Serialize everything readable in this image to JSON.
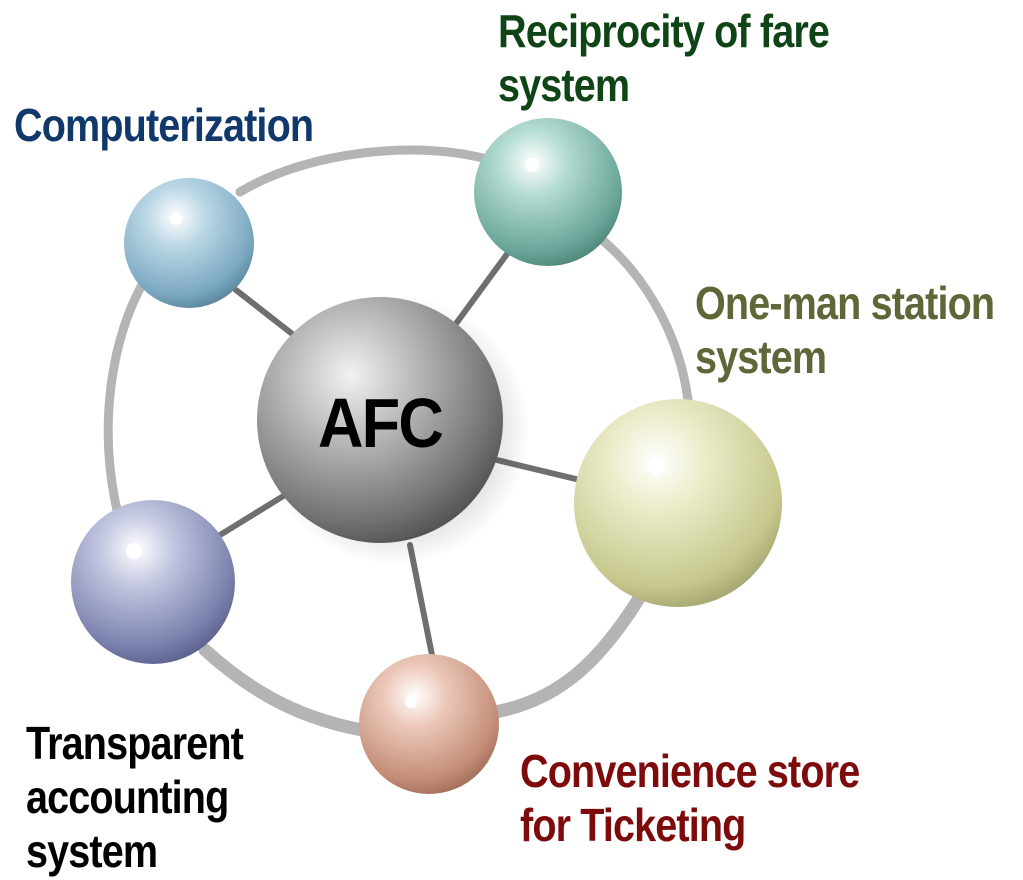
{
  "diagram": {
    "center": {
      "label": "AFC",
      "color": "#8e8e8e"
    },
    "nodes": [
      {
        "id": "computerization",
        "lines": [
          "Computerization"
        ],
        "label_color": "#10386b",
        "sphere_color": "#7fb3cc"
      },
      {
        "id": "reciprocity",
        "lines": [
          "Reciprocity of fare",
          "system"
        ],
        "label_color": "#0f4417",
        "sphere_color": "#6fb0a2"
      },
      {
        "id": "oneman",
        "lines": [
          "One-man station",
          "system"
        ],
        "label_color": "#5f6638",
        "sphere_color": "#cfd09a"
      },
      {
        "id": "convenience",
        "lines": [
          "Convenience store",
          "for Ticketing"
        ],
        "label_color": "#7e0b0b",
        "sphere_color": "#cc9a86"
      },
      {
        "id": "transparent",
        "lines": [
          "Transparent",
          "accounting",
          "system"
        ],
        "label_color": "#000000",
        "sphere_color": "#7f86b3"
      }
    ],
    "ring_color": "#b4b4b4",
    "connector_color": "#6f6f6f"
  }
}
